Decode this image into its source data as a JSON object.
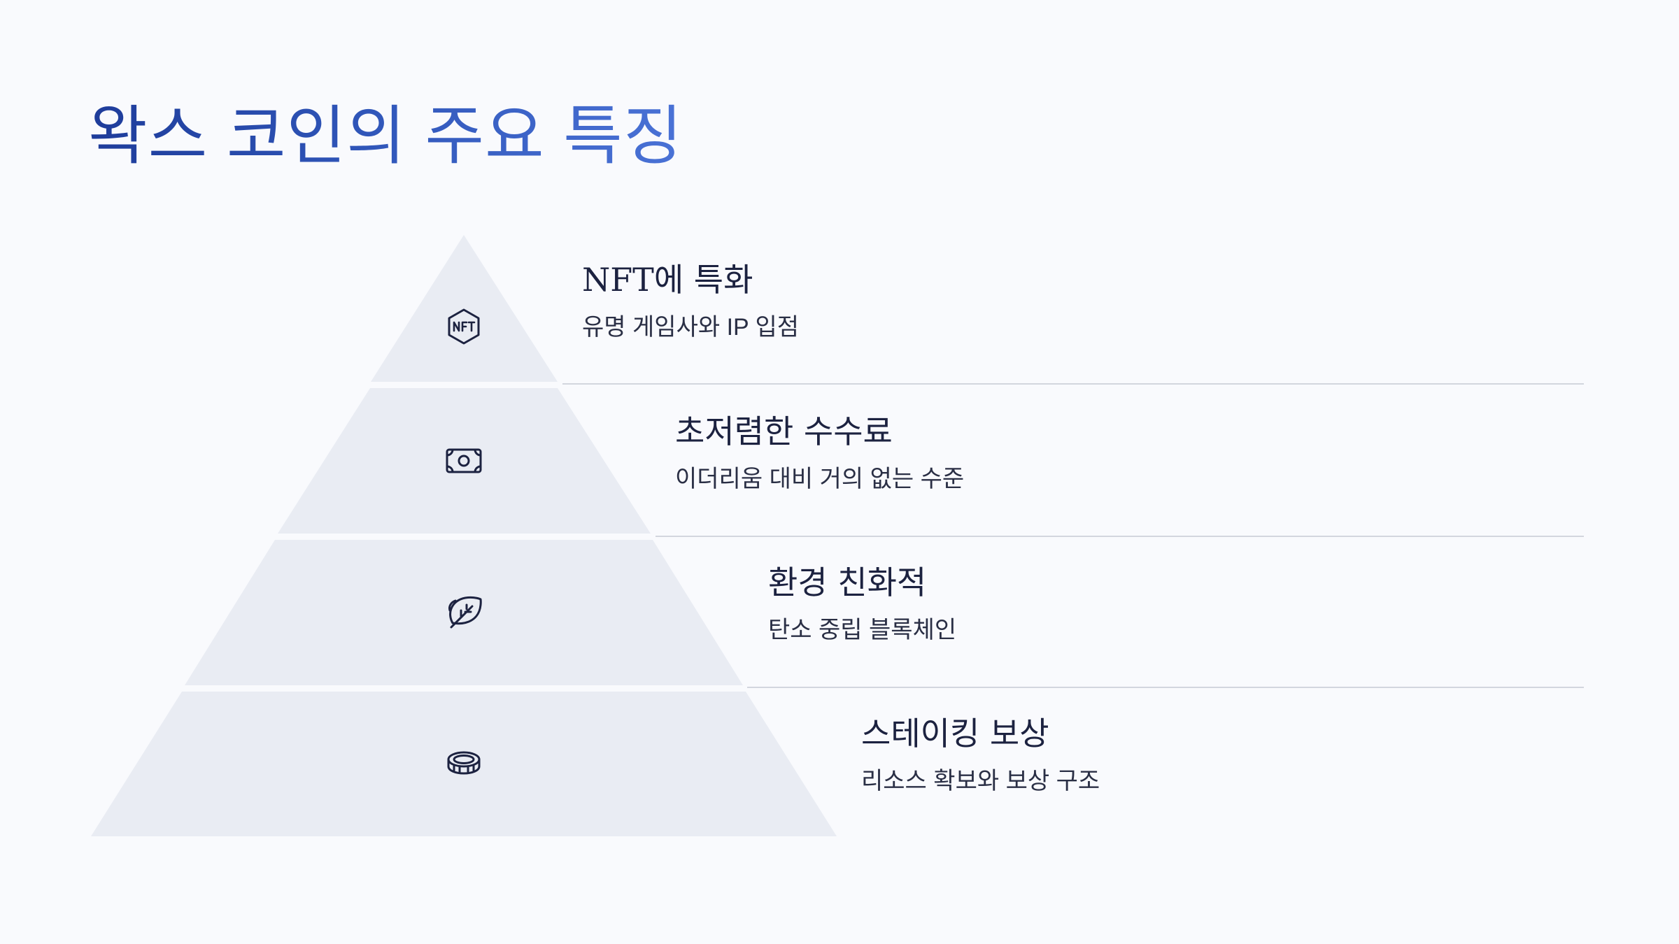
{
  "title": "왁스 코인의 주요 특징",
  "colors": {
    "title_start": "#1e3c9a",
    "title_end": "#4a72d6",
    "tier_fill": "#e9ecf3",
    "divider": "#d3d6de",
    "icon": "#1c2240"
  },
  "tiers": [
    {
      "title": "NFT에 특화",
      "subtitle": "유명 게임사와 IP 입점",
      "icon": "nft-badge-icon"
    },
    {
      "title": "초저렴한 수수료",
      "subtitle": "이더리움 대비 거의 없는 수준",
      "icon": "banknote-icon"
    },
    {
      "title": "환경 친화적",
      "subtitle": "탄소 중립 블록체인",
      "icon": "leaf-icon"
    },
    {
      "title": "스테이킹 보상",
      "subtitle": "리소스 확보와 보상 구조",
      "icon": "coin-icon"
    }
  ]
}
